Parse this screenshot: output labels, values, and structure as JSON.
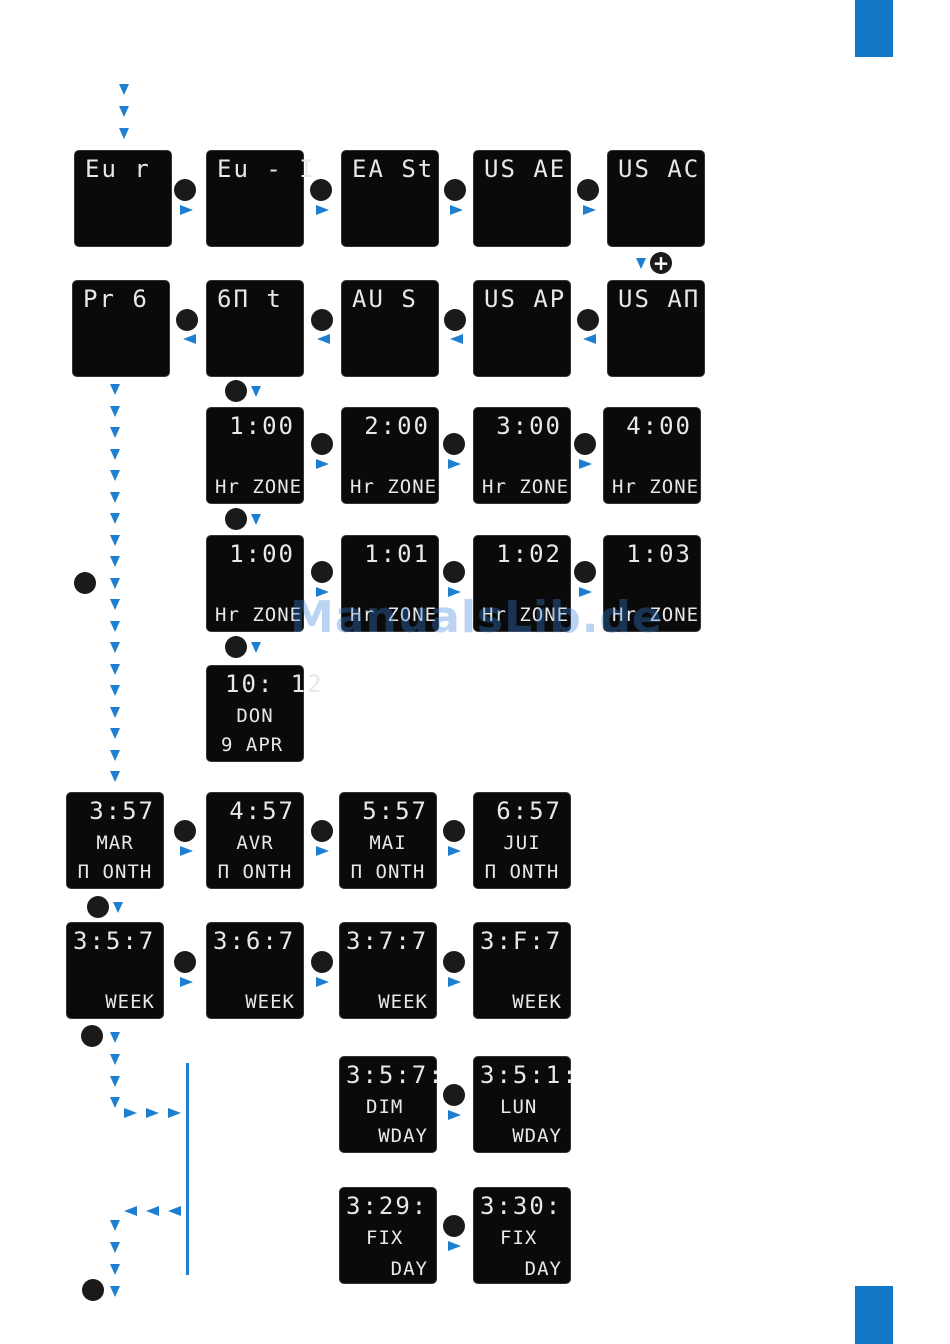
{
  "watermark": "ManualsLib.de",
  "row1": [
    {
      "l1": "Eu r"
    },
    {
      "l1": "Eu - I"
    },
    {
      "l1": "EA St"
    },
    {
      "l1": "US AE"
    },
    {
      "l1": "US AC"
    }
  ],
  "row2": [
    {
      "l1": "Pr 6"
    },
    {
      "l1": "6Π t"
    },
    {
      "l1": "AU S"
    },
    {
      "l1": "US AP"
    },
    {
      "l1": "US AΠ"
    }
  ],
  "row3": [
    {
      "l1": "1:00",
      "l3": "Hr ZONE"
    },
    {
      "l1": "2:00",
      "l3": "Hr ZONE"
    },
    {
      "l1": "3:00",
      "l3": "Hr ZONE"
    },
    {
      "l1": "4:00",
      "l3": "Hr ZONE"
    }
  ],
  "row4": [
    {
      "l1": "1:00",
      "l3": "Hr ZONE"
    },
    {
      "l1": "1:01",
      "l3": "Hr ZONE"
    },
    {
      "l1": "1:02",
      "l3": "Hr ZONE"
    },
    {
      "l1": "1:03",
      "l3": "Hr ZONE"
    }
  ],
  "row5": {
    "l1": "10: 12",
    "l2": "DON",
    "l3": "9 APR"
  },
  "row6": [
    {
      "l1": "3:57",
      "l2": "MAR",
      "l3": "Π ONTH"
    },
    {
      "l1": "4:57",
      "l2": "AVR",
      "l3": "Π ONTH"
    },
    {
      "l1": "5:57",
      "l2": "MAI",
      "l3": "Π ONTH"
    },
    {
      "l1": "6:57",
      "l2": "JUI",
      "l3": "Π ONTH"
    }
  ],
  "row7": [
    {
      "l1": "3:5:7",
      "l3": "WEEK"
    },
    {
      "l1": "3:6:7",
      "l3": "WEEK"
    },
    {
      "l1": "3:7:7",
      "l3": "WEEK"
    },
    {
      "l1": "3:F:7",
      "l3": "WEEK"
    }
  ],
  "row8": [
    {
      "l1": "3:5:7:",
      "l2": "DIM",
      "l3": "WDAY"
    },
    {
      "l1": "3:5:1:",
      "l2": "LUN",
      "l3": "WDAY"
    }
  ],
  "row9": [
    {
      "l1": "3:29:",
      "l2": "FIX",
      "l3": "DAY"
    },
    {
      "l1": "3:30:",
      "l2": "FIX",
      "l3": "DAY"
    }
  ],
  "plus_symbol": "+"
}
